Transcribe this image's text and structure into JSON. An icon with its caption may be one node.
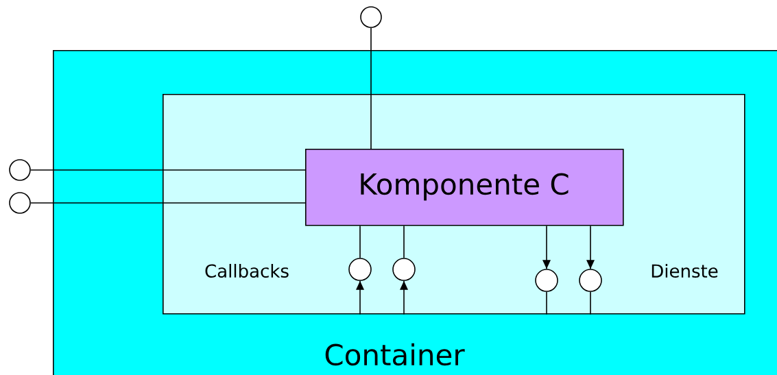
{
  "diagram": {
    "nodes": [
      {
        "text": [
          "Container"
        ]
      },
      {
        "text": [],
        "shape": "box",
        "in": 0
      },
      {
        "text": [
          "Komponente C"
        ],
        "in": 1
      },
      {
        "text": [],
        "shape": "circle"
      },
      {
        "text": [],
        "shape": "circle"
      },
      {
        "text": [],
        "shape": "circle"
      },
      {
        "text": [],
        "shape": "circle",
        "in": 1
      },
      {
        "text": [],
        "shape": "circle",
        "in": 1
      },
      {
        "text": [],
        "shape": "circle",
        "in": 1
      },
      {
        "text": [],
        "shape": "circle",
        "in": 1
      }
    ],
    "edges": [
      {
        "from": 2,
        "to": 3,
        "arrow": "none"
      },
      {
        "from": 4,
        "to": 2,
        "arrow": "none"
      },
      {
        "from": 5,
        "to": 2,
        "arrow": "none"
      },
      {
        "from": 2,
        "to": 6,
        "arrow": "none"
      },
      {
        "from": 1,
        "to": 6,
        "arrow": "to"
      },
      {
        "from": 2,
        "to": 7,
        "arrow": "none"
      },
      {
        "from": 1,
        "to": 7,
        "arrow": "to"
      },
      {
        "from": 2,
        "to": 8,
        "arrow": "to"
      },
      {
        "from": 8,
        "to": 1,
        "arrow": "none"
      },
      {
        "from": 2,
        "to": 9,
        "arrow": "to"
      },
      {
        "from": 9,
        "to": 1,
        "arrow": "none"
      }
    ],
    "labels": [
      "Callbacks",
      "Dienste"
    ]
  }
}
